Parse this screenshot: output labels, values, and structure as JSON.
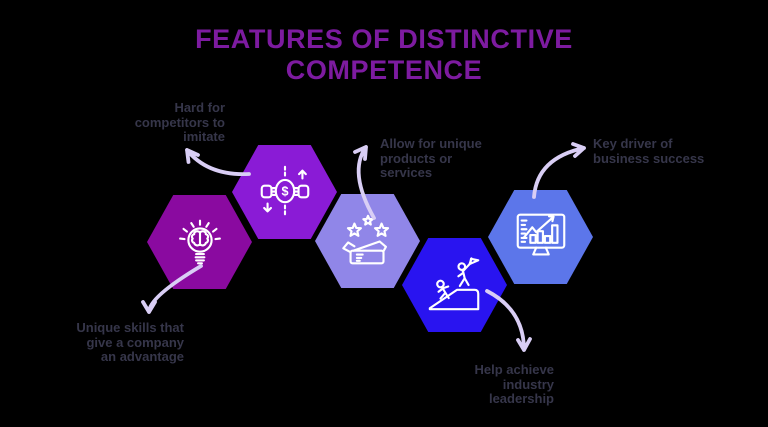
{
  "canvas": {
    "bg_color": "#000000"
  },
  "title": {
    "text": "FEATURES OF DISTINCTIVE\nCOMPETENCE",
    "color": "#7D1BA0"
  },
  "label_color": "#36364A",
  "arrow_color": "#D9CEF5",
  "icon_color": "#FFFFFF",
  "features": [
    {
      "label": "Unique skills that\ngive a company\nan advantage",
      "hex_color": "#8A0AA0",
      "icon": "lightbulb-brain-icon"
    },
    {
      "label": "Hard for\ncompetitors to\nimitate",
      "hex_color": "#8A1BD6",
      "icon": "money-exchange-icon"
    },
    {
      "label": "Allow for unique\nproducts or\nservices",
      "hex_color": "#9086E8",
      "icon": "gift-box-stars-icon"
    },
    {
      "label": "Help achieve\nindustry\nleadership",
      "hex_color": "#2914F0",
      "icon": "climbing-flag-icon"
    },
    {
      "label": "Key driver of\nbusiness success",
      "hex_color": "#5C76EA",
      "icon": "growth-chart-monitor-icon"
    }
  ]
}
